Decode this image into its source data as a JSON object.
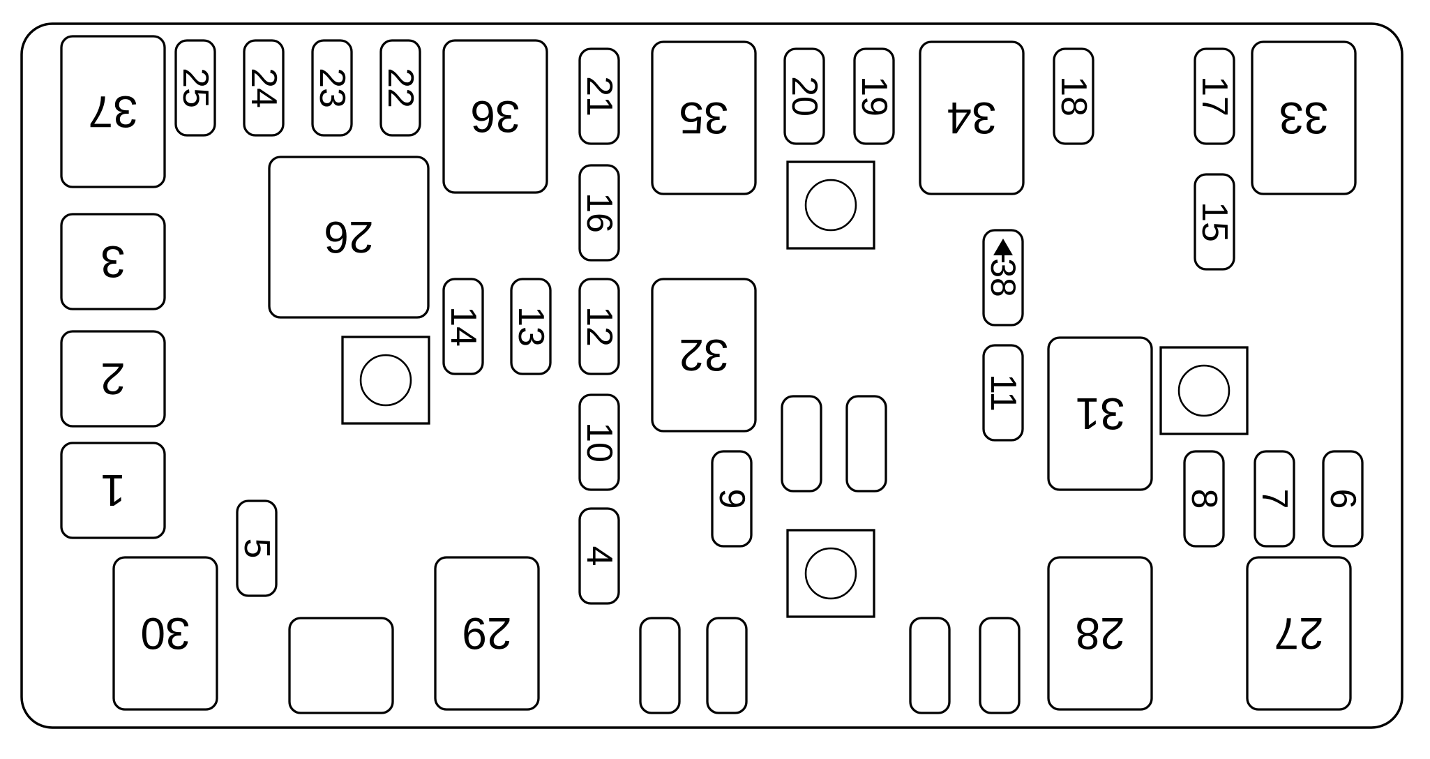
{
  "fuse_box": {
    "slots": [
      {
        "id": "slot-37",
        "label": "37"
      },
      {
        "id": "slot-25",
        "label": "25"
      },
      {
        "id": "slot-24",
        "label": "24"
      },
      {
        "id": "slot-23",
        "label": "23"
      },
      {
        "id": "slot-22",
        "label": "22"
      },
      {
        "id": "slot-36",
        "label": "36"
      },
      {
        "id": "slot-21",
        "label": "21"
      },
      {
        "id": "slot-35",
        "label": "35"
      },
      {
        "id": "slot-20",
        "label": "20"
      },
      {
        "id": "slot-19",
        "label": "19"
      },
      {
        "id": "slot-34",
        "label": "34"
      },
      {
        "id": "slot-18",
        "label": "18"
      },
      {
        "id": "slot-17",
        "label": "17"
      },
      {
        "id": "slot-33",
        "label": "33"
      },
      {
        "id": "slot-26",
        "label": "26"
      },
      {
        "id": "slot-16",
        "label": "16"
      },
      {
        "id": "slot-15",
        "label": "15"
      },
      {
        "id": "slot-3",
        "label": "3"
      },
      {
        "id": "slot-14",
        "label": "14"
      },
      {
        "id": "slot-13",
        "label": "13"
      },
      {
        "id": "slot-12",
        "label": "12"
      },
      {
        "id": "slot-32",
        "label": "32"
      },
      {
        "id": "slot-38",
        "label": "38"
      },
      {
        "id": "slot-2",
        "label": "2"
      },
      {
        "id": "slot-11",
        "label": "11"
      },
      {
        "id": "slot-31",
        "label": "31"
      },
      {
        "id": "slot-10",
        "label": "10"
      },
      {
        "id": "slot-1",
        "label": "1"
      },
      {
        "id": "slot-9",
        "label": "9"
      },
      {
        "id": "slot-8",
        "label": "8"
      },
      {
        "id": "slot-7",
        "label": "7"
      },
      {
        "id": "slot-6",
        "label": "6"
      },
      {
        "id": "slot-5",
        "label": "5"
      },
      {
        "id": "slot-4",
        "label": "4"
      },
      {
        "id": "slot-30",
        "label": "30"
      },
      {
        "id": "slot-29",
        "label": "29"
      },
      {
        "id": "slot-28",
        "label": "28"
      },
      {
        "id": "slot-27",
        "label": "27"
      }
    ],
    "blank_slots": [
      {
        "id": "blank-relay-slot"
      },
      {
        "id": "blank-fuse-slot-a"
      },
      {
        "id": "blank-fuse-slot-b"
      },
      {
        "id": "blank-fuse-slot-c"
      },
      {
        "id": "blank-fuse-slot-d"
      },
      {
        "id": "blank-fuse-slot-e"
      },
      {
        "id": "blank-fuse-slot-f"
      },
      {
        "id": "blank-fuse-slot-g"
      },
      {
        "id": "blank-fuse-slot-h"
      }
    ],
    "mounting_holes": [
      {
        "id": "mounting-hole-upper-center"
      },
      {
        "id": "mounting-hole-left"
      },
      {
        "id": "mounting-hole-right"
      },
      {
        "id": "mounting-hole-lower-center"
      }
    ]
  }
}
